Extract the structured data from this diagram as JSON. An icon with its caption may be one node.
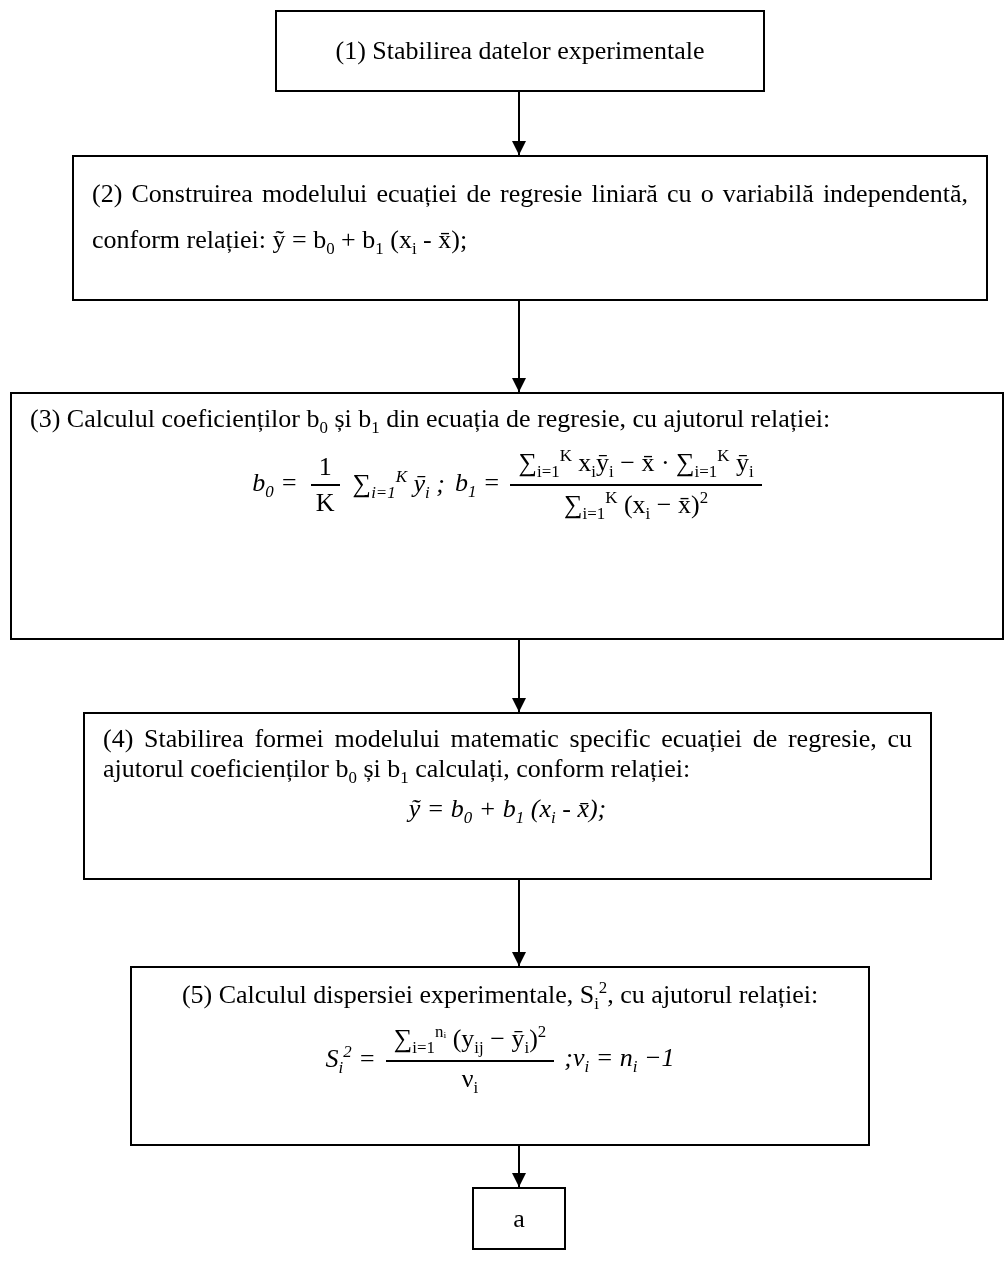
{
  "diagram": {
    "nodes": [
      {
        "text": [
          "(1) Stabilirea datelor experimentale"
        ]
      },
      {
        "text": [
          "(2) Construirea modelului ecuației de regresie liniară cu o variabilă independentă, conform relației: ỹ = b$_{0}$ + b$_{1}$ (x$_{i}$ - x̄);"
        ]
      },
      {
        "text": [
          "(3) Calculul coeficienților b$_{0}$ și b$_{1}$ din ecuația de regresie, cu ajutorul relației:",
          "b$_{0}$ =",
          "1",
          "K",
          "∑$_{i=1}$$^{K}$ ȳ$_{i}$ ;",
          "b$_{1}$ =",
          "∑$_{i=1}$$^{K}$ x$_{i}$ȳ$_{i}$ − x̄ · ∑$_{i=1}$$^{K}$ ȳ$_{i}$",
          "∑$_{i=1}$$^{K}$ (x$_{i}$ − x̄)$^{2}$"
        ]
      },
      {
        "text": [
          "(4) Stabilirea formei modelului matematic specific ecuației de regresie, cu ajutorul coeficienților b$_{0}$ și b$_{1}$ calculați, conform relației:",
          "ỹ = b$_{0}$ + b$_{1}$ (x$_{i}$ - x̄);"
        ]
      },
      {
        "text": [
          "(5) Calculul dispersiei experimentale, S$_{i}$$^{2}$, cu ajutorul relației:",
          "S$_{i}$$^{2}$ =",
          "∑$_{i=1}$$^{nᵢ}$ (y$_{ij}$ − ȳ$_{i}$)$^{2}$",
          "ν$_{i}$",
          ";ν$_{i}$ = n$_{i}$ −1"
        ]
      },
      {
        "text": [
          "a"
        ]
      }
    ],
    "edges": [
      {
        "from": 0,
        "to": 1,
        "arrow": "to"
      },
      {
        "from": 1,
        "to": 2,
        "arrow": "to"
      },
      {
        "from": 2,
        "to": 3,
        "arrow": "to"
      },
      {
        "from": 3,
        "to": 4,
        "arrow": "to"
      },
      {
        "from": 4,
        "to": 5,
        "arrow": "to"
      }
    ]
  }
}
